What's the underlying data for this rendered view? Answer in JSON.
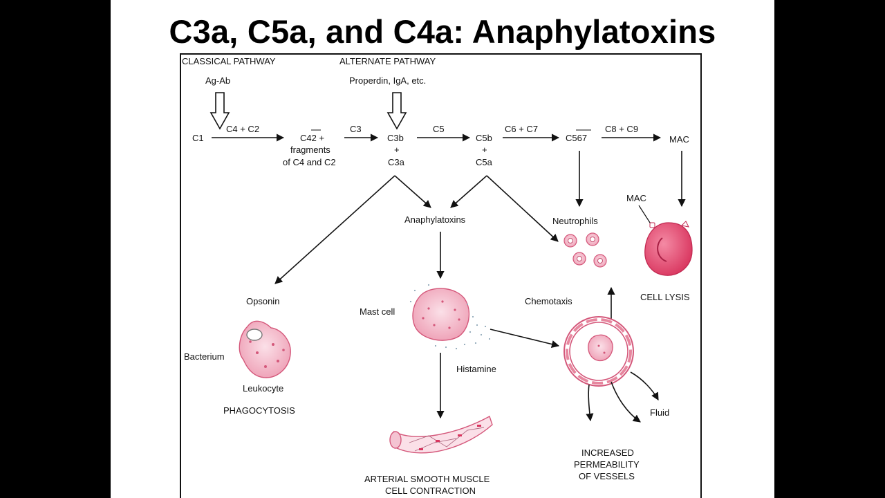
{
  "title": "C3a, C5a, and C4a: Anaphylatoxins",
  "pathways": {
    "classical": "CLASSICAL PATHWAY",
    "alternate": "ALTERNATE PATHWAY",
    "classical_trigger": "Ag-Ab",
    "alternate_trigger": "Properdin, IgA, etc."
  },
  "cascade": {
    "c1": "C1",
    "step1": "C4 + C2",
    "c42": "C42 +",
    "c42_line2": "fragments",
    "c42_line3": "of C4 and C2",
    "step2": "C3",
    "c3b": "C3b",
    "plus1": "+",
    "c3a": "C3a",
    "step3": "C5",
    "c5b": "C5b",
    "plus2": "+",
    "c5a": "C5a",
    "step4": "C6 + C7",
    "c567": "C567",
    "step5": "C8 + C9",
    "mac": "MAC"
  },
  "effects": {
    "anaphylatoxins": "Anaphylatoxins",
    "neutrophils": "Neutrophils",
    "mac_label": "MAC",
    "cell_lysis": "CELL LYSIS",
    "opsonin": "Opsonin",
    "bacterium": "Bacterium",
    "leukocyte": "Leukocyte",
    "phagocytosis": "PHAGOCYTOSIS",
    "mast_cell": "Mast cell",
    "histamine": "Histamine",
    "chemotaxis": "Chemotaxis",
    "fluid": "Fluid",
    "permeability_1": "INCREASED",
    "permeability_2": "PERMEABILITY",
    "permeability_3": "OF VESSELS",
    "muscle_1": "ARTERIAL SMOOTH MUSCLE",
    "muscle_2": "CELL CONTRACTION"
  },
  "colors": {
    "cell_fill": "#f2b8c6",
    "cell_stroke": "#d4577a",
    "rbc_fill": "#e65b7e"
  }
}
